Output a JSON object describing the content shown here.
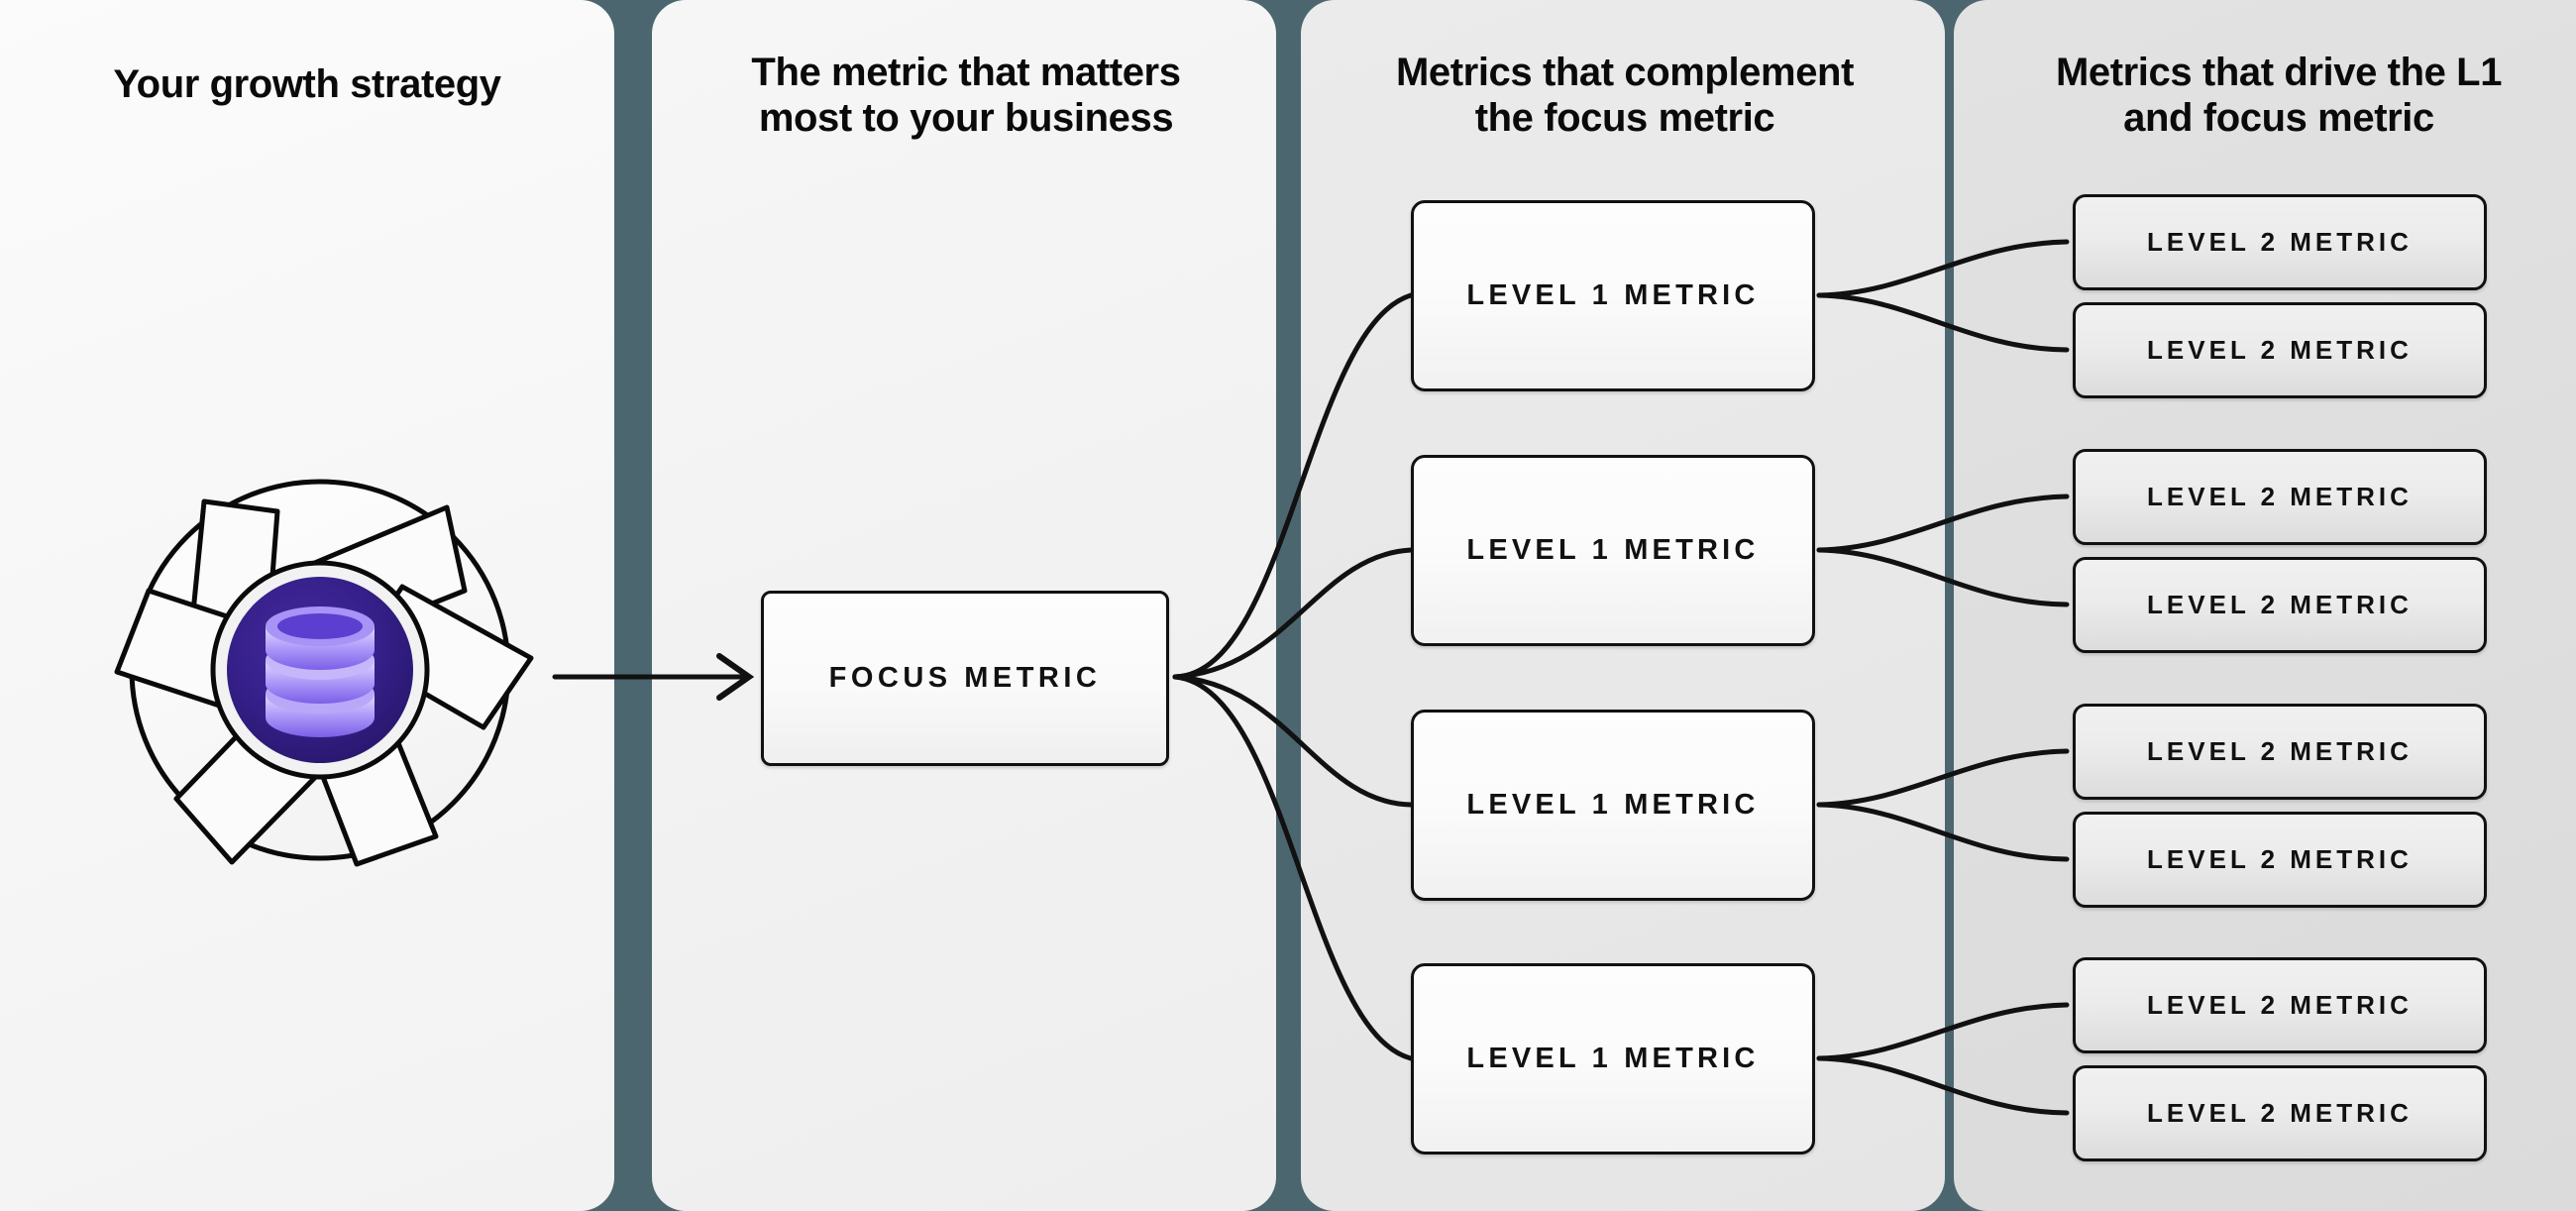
{
  "columns": [
    {
      "id": "growth-strategy",
      "heading": "Your growth strategy"
    },
    {
      "id": "focus-metric",
      "heading": "The metric that matters\nmost to your business"
    },
    {
      "id": "level-1-metrics",
      "heading": "Metrics that complement\nthe focus metric"
    },
    {
      "id": "level-2-metrics",
      "heading": "Metrics that drive the L1\nand focus metric"
    }
  ],
  "strategy_icon": {
    "name": "database-aperture-icon",
    "core_label": "database",
    "colors": {
      "core_outer": "#2b1a6e",
      "core_inner": "#3a2395",
      "disk_light": "#cdc2fb",
      "disk_mid": "#9b84f5",
      "disk_dark": "#6d4fe0",
      "ring_stroke": "#0a0a0a",
      "blade_fill": "#fbfbfb"
    }
  },
  "focus_metric": {
    "label": "FOCUS METRIC"
  },
  "level_1_metrics": [
    {
      "label": "LEVEL 1 METRIC"
    },
    {
      "label": "LEVEL 1 METRIC"
    },
    {
      "label": "LEVEL 1 METRIC"
    },
    {
      "label": "LEVEL 1 METRIC"
    }
  ],
  "level_2_metrics": [
    {
      "label": "LEVEL 2 METRIC"
    },
    {
      "label": "LEVEL 2 METRIC"
    },
    {
      "label": "LEVEL 2 METRIC"
    },
    {
      "label": "LEVEL 2 METRIC"
    },
    {
      "label": "LEVEL 2 METRIC"
    },
    {
      "label": "LEVEL 2 METRIC"
    },
    {
      "label": "LEVEL 2 METRIC"
    },
    {
      "label": "LEVEL 2 METRIC"
    }
  ],
  "theme": {
    "divider_color": "#4b666e",
    "panel_1_bg": "#f8f8f8",
    "panel_2_bg": "#f2f2f2",
    "panel_3_bg": "#e8e8e8",
    "panel_4_bg": "#dedede",
    "stroke_color": "#111111",
    "text_color": "#0a0a0a"
  }
}
